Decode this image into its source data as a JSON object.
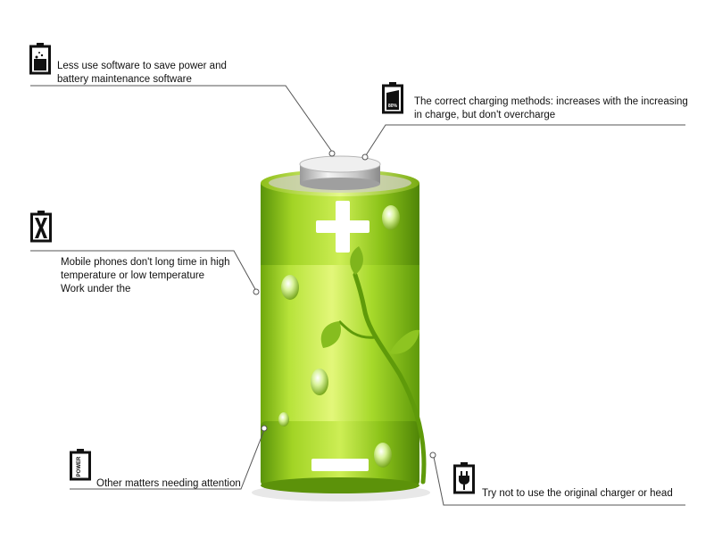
{
  "notes": {
    "software": {
      "line1": "Less use software to save power and",
      "line2": "battery maintenance software"
    },
    "charging": {
      "line1": "The correct charging methods: increases with the increasing",
      "line2": "in charge, but don't overcharge"
    },
    "temperature": {
      "line1": "Mobile phones don't long time in high",
      "line2": "temperature or low temperature",
      "line3": "Work under the"
    },
    "other": {
      "line1": "Other matters needing attention"
    },
    "charger": {
      "line1": "Try not to use the original charger or head"
    }
  },
  "icons": {
    "charging_badge": "80%",
    "power_badge": "POWER"
  },
  "colors": {
    "battery_light": "#d6f25a",
    "battery_mid": "#9ccf1f",
    "battery_dark": "#5f9a0a",
    "leaf": "#7fb51c",
    "line": "#555555"
  }
}
